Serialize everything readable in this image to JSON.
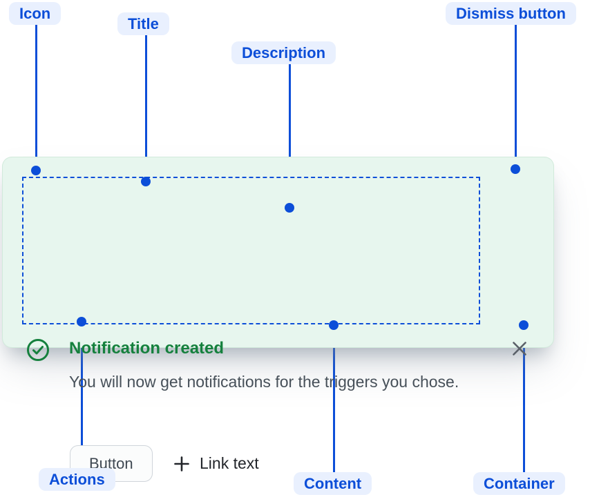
{
  "labels": {
    "icon": "Icon",
    "title": "Title",
    "description": "Description",
    "dismiss": "Dismiss button",
    "actions": "Actions",
    "content": "Content",
    "container": "Container"
  },
  "notification": {
    "title": "Notification created",
    "description": "You will now get notifications for the triggers you chose.",
    "actions": {
      "button": "Button",
      "link": "Link text"
    }
  },
  "icons": {
    "status": "success-check-circle",
    "dismiss": "close-x",
    "link_prefix": "plus"
  },
  "colors": {
    "annotation_blue": "#0C4ED8",
    "annotation_pill_bg": "#E9F0FE",
    "success_green": "#15803D",
    "card_background": "#E7F6EE",
    "description_text": "#475059"
  }
}
